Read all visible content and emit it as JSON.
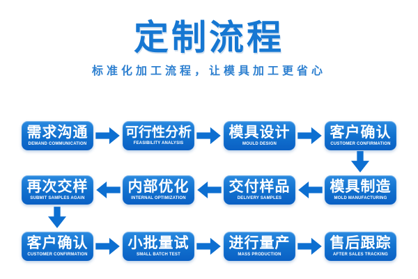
{
  "page": {
    "title": "定制流程",
    "subtitle": "标准化加工流程，让模具加工更省心"
  },
  "colors": {
    "title_blue": "#1677d2",
    "subtitle_blue": "#2e80d0",
    "box_gradient_top": "#2b8ae0",
    "box_gradient_bottom": "#0a60c4",
    "arrow_blue": "#0d6fd1",
    "box_text": "#ffffff",
    "background": "#ffffff"
  },
  "flow": {
    "rows": [
      {
        "direction": "right",
        "steps": [
          {
            "zh": "需求沟通",
            "en": "DEMAND COMMUNICATION"
          },
          {
            "zh": "可行性分析",
            "en": "FEASIBILITY ANALYSIS"
          },
          {
            "zh": "模具设计",
            "en": "MOULD DESIGN"
          },
          {
            "zh": "客户确认",
            "en": "CUSTOMER CONFIRMATION"
          }
        ]
      },
      {
        "direction": "left",
        "steps": [
          {
            "zh": "再次交样",
            "en": "SUBMIT SAMPLES AGAIN"
          },
          {
            "zh": "内部优化",
            "en": "INTERNAL OPTIMIZATION"
          },
          {
            "zh": "交付样品",
            "en": "DELIVERY SAMPLES"
          },
          {
            "zh": "模具制造",
            "en": "MOLD MANUFACTURING"
          }
        ]
      },
      {
        "direction": "right",
        "steps": [
          {
            "zh": "客户确认",
            "en": "CUSTOMER CONFIRMATION"
          },
          {
            "zh": "小批量试",
            "en": "SMALL BATCH TEST"
          },
          {
            "zh": "进行量产",
            "en": "MASS PRODUCTION"
          },
          {
            "zh": "售后跟踪",
            "en": "AFTER SALES TRACKING"
          }
        ]
      }
    ],
    "sequence_note": "row1 left-to-right, down to row2 rightmost, row2 right-to-left, down to row3 leftmost, row3 left-to-right"
  }
}
